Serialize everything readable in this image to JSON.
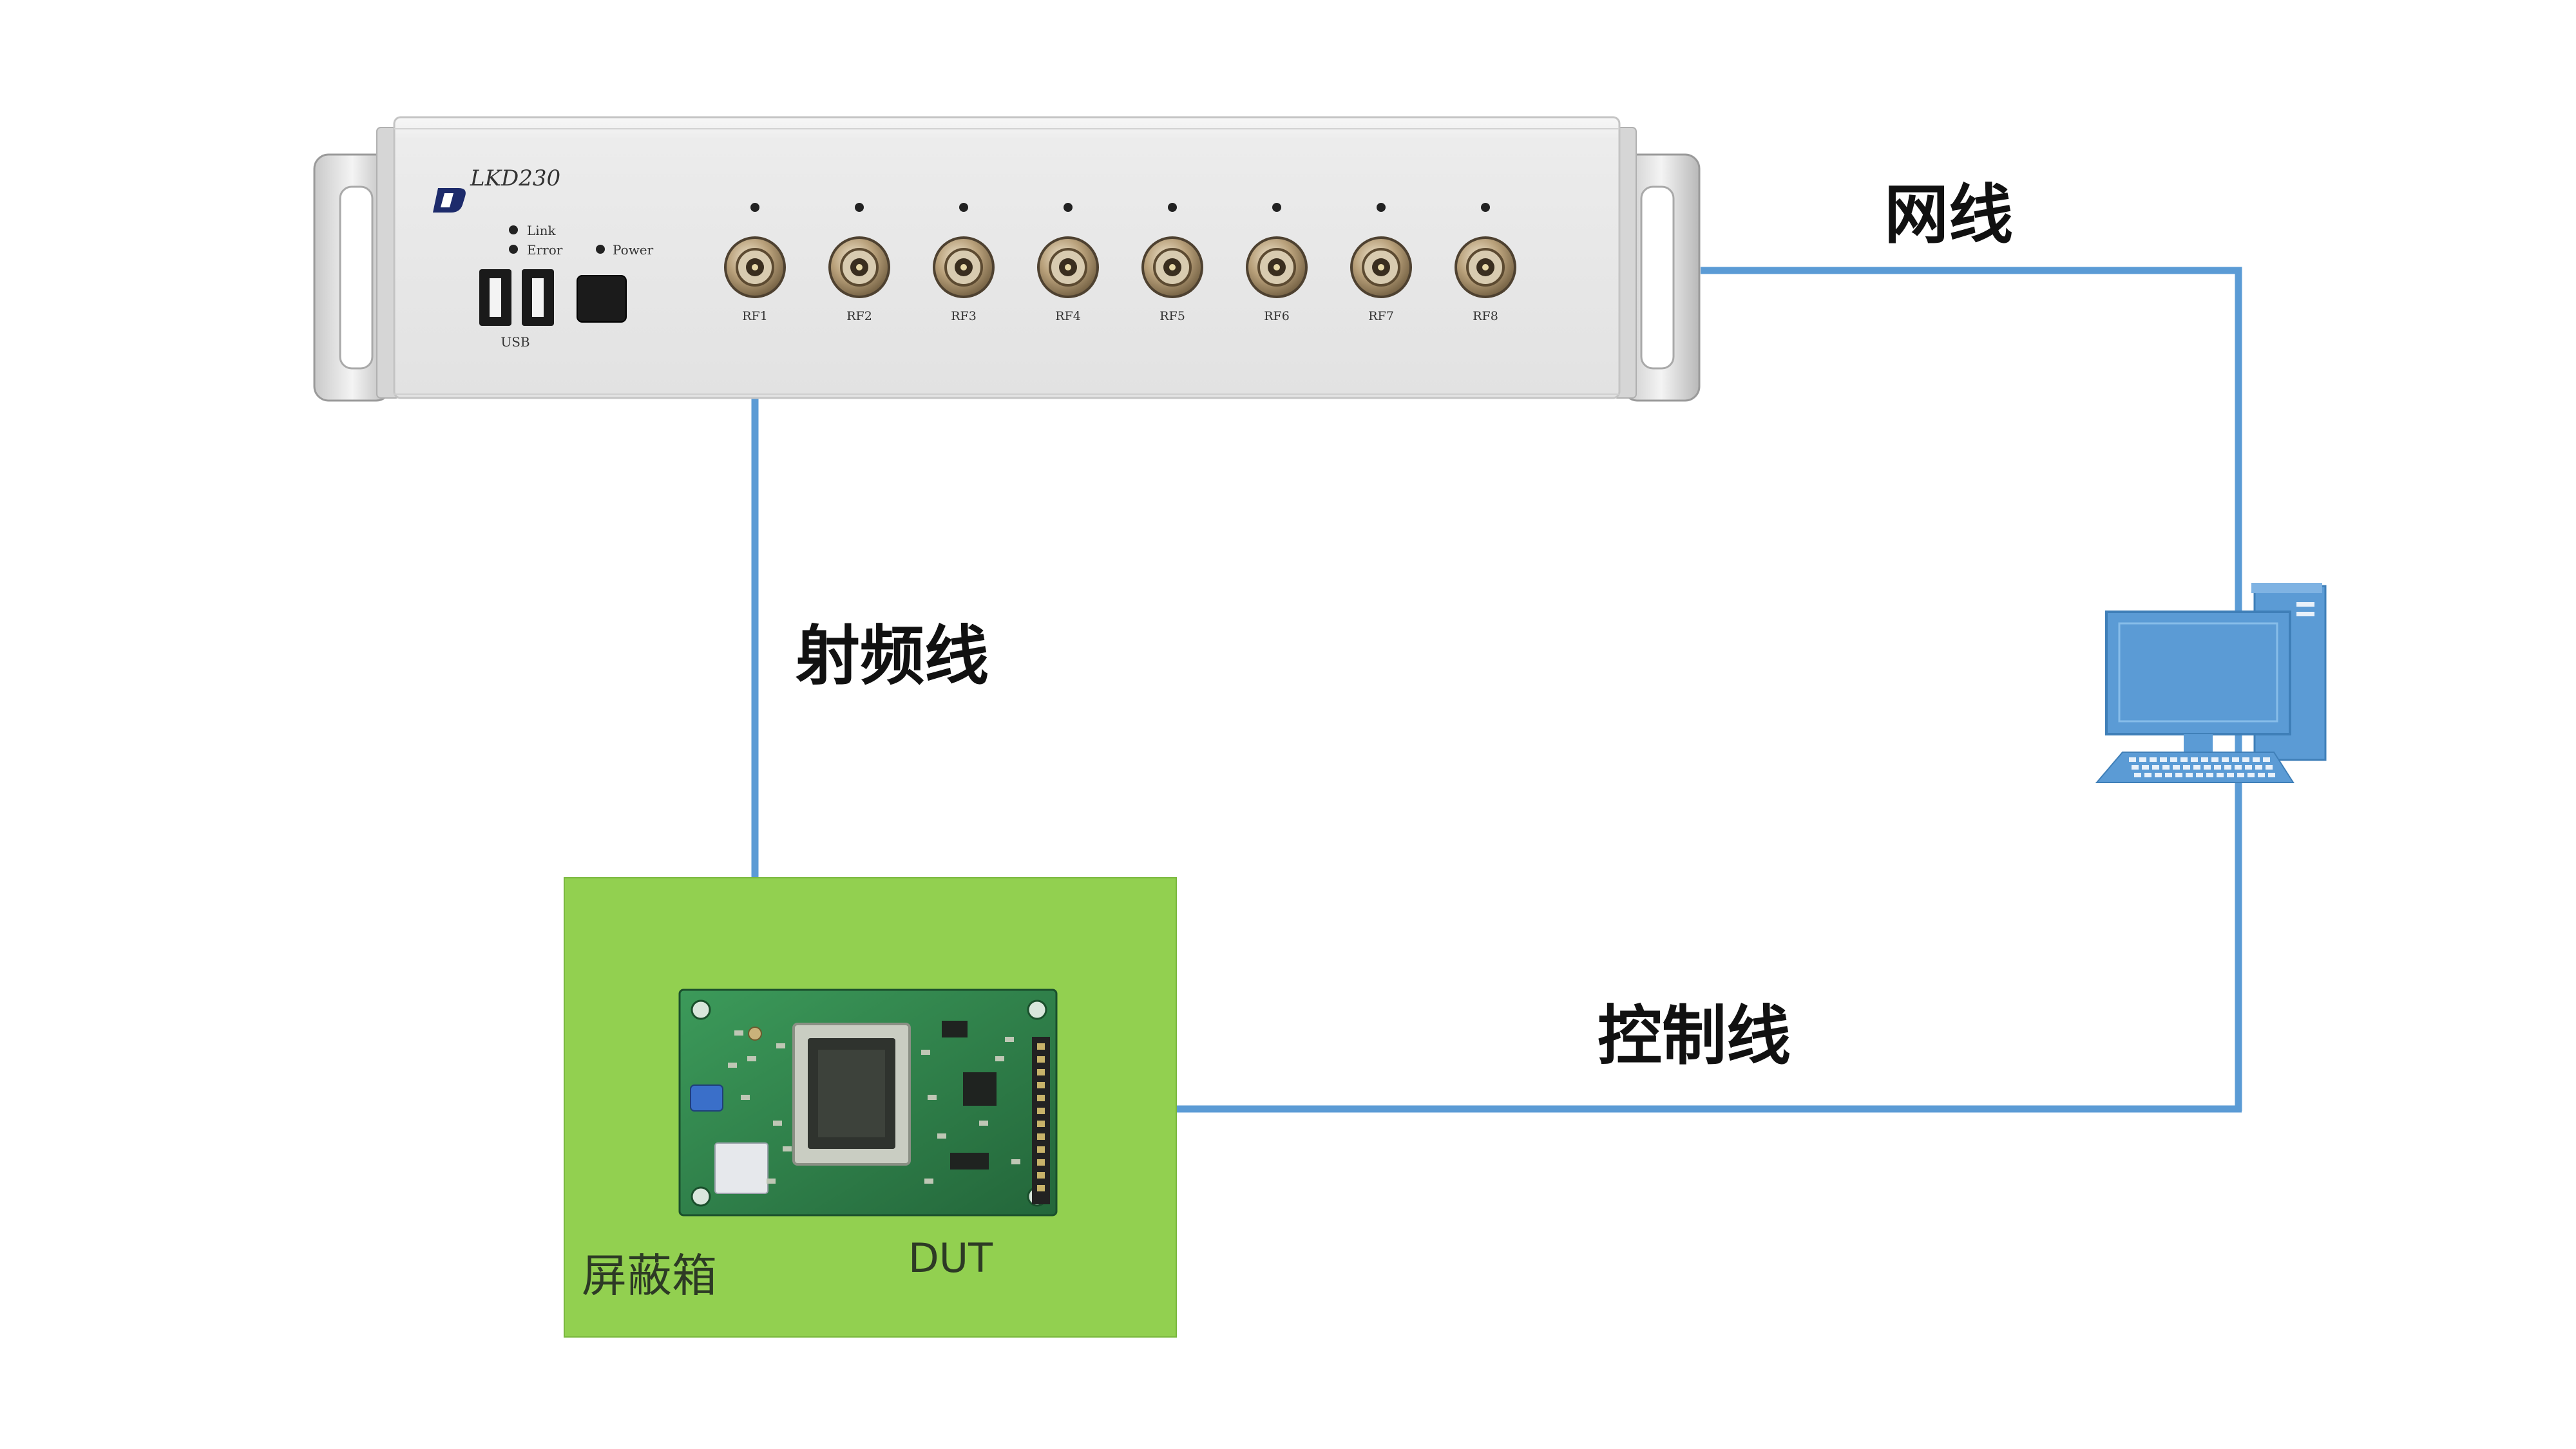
{
  "device": {
    "model": "LKD230",
    "indicators": [
      "Link",
      "Error"
    ],
    "power_label": "Power",
    "usb_label": "USB",
    "ports": [
      "RF1",
      "RF2",
      "RF3",
      "RF4",
      "RF5",
      "RF6",
      "RF7",
      "RF8"
    ]
  },
  "labels": {
    "network_cable": "网线",
    "rf_cable": "射频线",
    "control_cable": "控制线",
    "shield_box": "屏蔽箱",
    "dut": "DUT"
  },
  "colors": {
    "cable": "#5b9bd5",
    "shield_box": "#92d050",
    "chassis": "#e9e9e9",
    "pcb": "#2d7d46",
    "computer": "#5b9bd5"
  },
  "icons": [
    "computer-icon",
    "usb-port-icon",
    "power-button-icon",
    "rf-connector-icon"
  ]
}
